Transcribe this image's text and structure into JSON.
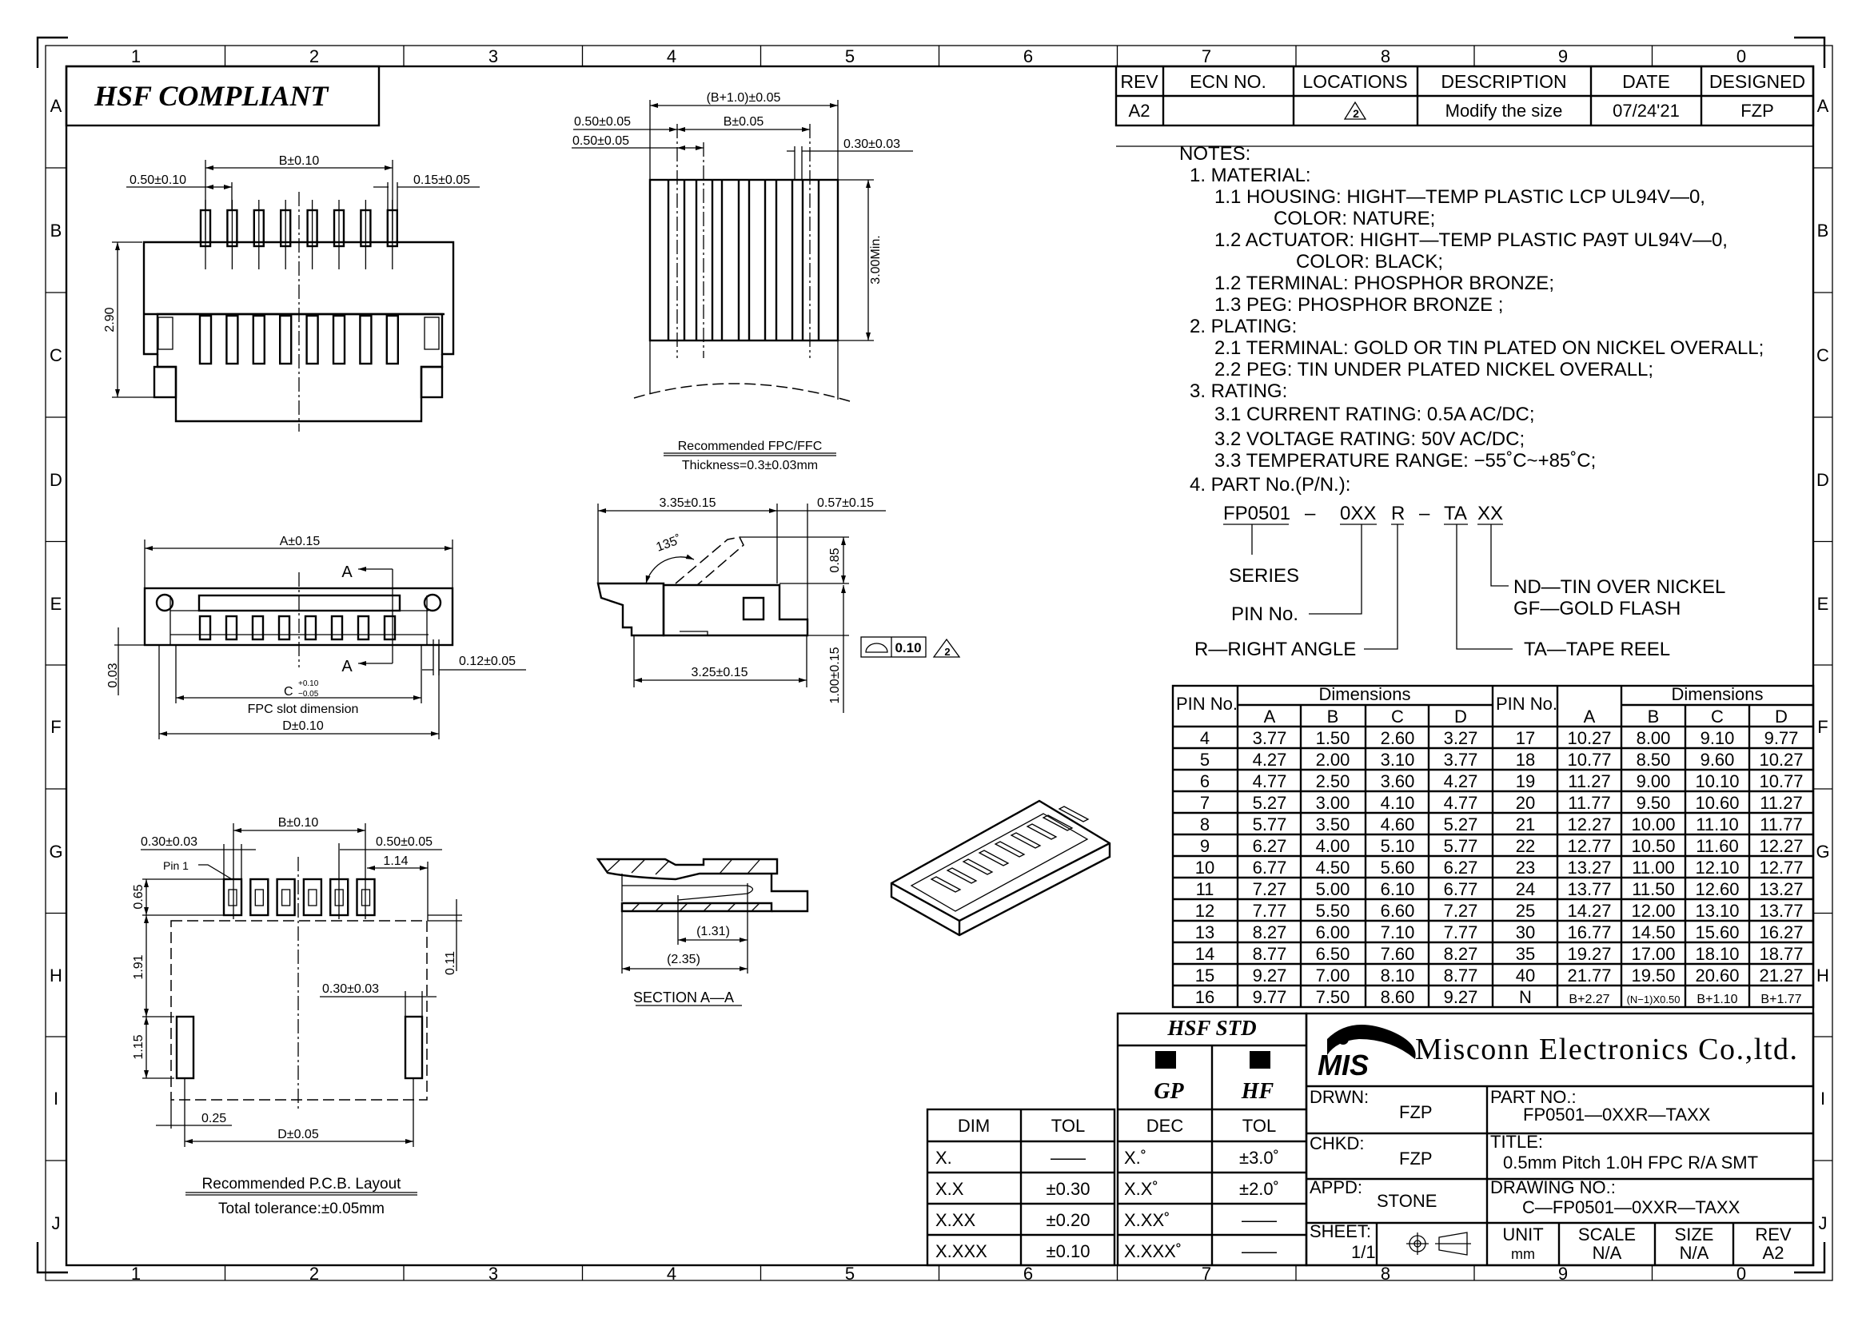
{
  "border": {
    "columns": [
      "1",
      "2",
      "3",
      "4",
      "5",
      "6",
      "7",
      "8",
      "9",
      "0"
    ],
    "rows": [
      "A",
      "B",
      "C",
      "D",
      "E",
      "F",
      "G",
      "H",
      "I",
      "J"
    ]
  },
  "hsf_compliant": "HSF  COMPLIANT",
  "revision": {
    "headers": [
      "REV",
      "ECN  NO.",
      "LOCATIONS",
      "DESCRIPTION",
      "DATE",
      "DESIGNED"
    ],
    "rev": "A2",
    "ecn": "",
    "location_mark": "2",
    "description": "Modify  the  size",
    "date": "07/24'21",
    "designed": "FZP"
  },
  "notes": {
    "title": "NOTES:",
    "l1": "1.  MATERIAL:",
    "l1_1": "1.1  HOUSING:  HIGHT—TEMP  PLASTIC  LCP  UL94V—0,",
    "l1_1b": "COLOR:  NATURE;",
    "l1_2": "1.2  ACTUATOR:  HIGHT—TEMP  PLASTIC  PA9T  UL94V—0,",
    "l1_2b": "COLOR:  BLACK;",
    "l1_3": "1.2  TERMINAL:  PHOSPHOR  BRONZE;",
    "l1_4": "1.3  PEG:  PHOSPHOR  BRONZE  ;",
    "l2": "2.  PLATING:",
    "l2_1": "2.1  TERMINAL:  GOLD  OR  TIN  PLATED  ON  NICKEL  OVERALL;",
    "l2_2": "2.2  PEG:  TIN  UNDER  PLATED  NICKEL  OVERALL;",
    "l3": "3.  RATING:",
    "l3_1": "3.1  CURRENT  RATING:  0.5A  AC/DC;",
    "l3_2": "3.2  VOLTAGE  RATING:  50V  AC/DC;",
    "l3_3": "3.3  TEMPERATURE  RANGE:  −55˚C~+85˚C;",
    "l4": "4.  PART  No.(P/N.):"
  },
  "part_number": {
    "series": "FP0501",
    "dash1": "–",
    "pins": "0XX",
    "angle": "R",
    "dash2": "–",
    "package": "TA",
    "plating": "XX",
    "series_label": "SERIES",
    "pins_label": "PIN  No.",
    "angle_label": "R—RIGHT  ANGLE",
    "plating_label_1": "ND—TIN  OVER  NICKEL",
    "plating_label_2": "GF—GOLD  FLASH",
    "package_label": "TA—TAPE  REEL"
  },
  "top_view": {
    "b": "B±0.10",
    "pitch": "0.50±0.10",
    "width": "0.15±0.05",
    "height": "2.90"
  },
  "fpc_view": {
    "overall": "(B+1.0)±0.05",
    "b": "B±0.05",
    "edge": "0.50±0.05",
    "pitch": "0.50±0.05",
    "conductor": "0.30±0.03",
    "length": "3.00Min.",
    "caption": "Recommended  FPC/FFC",
    "thickness": "Thickness=0.3±0.03mm"
  },
  "front_view": {
    "a": "A±0.15",
    "section_mark": "A",
    "c": "C",
    "c_plus": "+0.10",
    "c_minus": "−0.05",
    "slot": "FPC  slot  dimension",
    "d": "D±0.10",
    "peg": "0.12±0.05",
    "coplanarity": "0.03"
  },
  "side_view": {
    "depth": "3.35±0.15",
    "tail": "0.57±0.15",
    "angle": "135˚",
    "actuator": "0.85",
    "height": "1.00±0.15",
    "flatness": "0.10",
    "rev_mark": "2",
    "body": "3.25±0.15"
  },
  "section_view": {
    "d1": "(1.31)",
    "d2": "(2.35)",
    "caption": "SECTION  A—A"
  },
  "pcb_view": {
    "b": "B±0.10",
    "pad_w": "0.30±0.03",
    "pin1": "Pin  1",
    "pitch": "0.50±0.05",
    "offset": "1.14",
    "pad_l": "0.65",
    "gap": "1.91",
    "peg_l": "1.15",
    "peg_w": "0.30±0.03",
    "top_gap": "0.11",
    "peg_off": "0.25",
    "d": "D±0.05",
    "caption": "Recommended  P.C.B.  Layout",
    "tolerance": "Total  tolerance:±0.05mm"
  },
  "dimension_table": {
    "pin_header": "PIN  No.",
    "group_header": "Dimensions",
    "columns": [
      "A",
      "B",
      "C",
      "D"
    ],
    "left_rows": [
      [
        "4",
        "3.77",
        "1.50",
        "2.60",
        "3.27"
      ],
      [
        "5",
        "4.27",
        "2.00",
        "3.10",
        "3.77"
      ],
      [
        "6",
        "4.77",
        "2.50",
        "3.60",
        "4.27"
      ],
      [
        "7",
        "5.27",
        "3.00",
        "4.10",
        "4.77"
      ],
      [
        "8",
        "5.77",
        "3.50",
        "4.60",
        "5.27"
      ],
      [
        "9",
        "6.27",
        "4.00",
        "5.10",
        "5.77"
      ],
      [
        "10",
        "6.77",
        "4.50",
        "5.60",
        "6.27"
      ],
      [
        "11",
        "7.27",
        "5.00",
        "6.10",
        "6.77"
      ],
      [
        "12",
        "7.77",
        "5.50",
        "6.60",
        "7.27"
      ],
      [
        "13",
        "8.27",
        "6.00",
        "7.10",
        "7.77"
      ],
      [
        "14",
        "8.77",
        "6.50",
        "7.60",
        "8.27"
      ],
      [
        "15",
        "9.27",
        "7.00",
        "8.10",
        "8.77"
      ],
      [
        "16",
        "9.77",
        "7.50",
        "8.60",
        "9.27"
      ]
    ],
    "right_rows": [
      [
        "17",
        "10.27",
        "8.00",
        "9.10",
        "9.77"
      ],
      [
        "18",
        "10.77",
        "8.50",
        "9.60",
        "10.27"
      ],
      [
        "19",
        "11.27",
        "9.00",
        "10.10",
        "10.77"
      ],
      [
        "20",
        "11.77",
        "9.50",
        "10.60",
        "11.27"
      ],
      [
        "21",
        "12.27",
        "10.00",
        "11.10",
        "11.77"
      ],
      [
        "22",
        "12.77",
        "10.50",
        "11.60",
        "12.27"
      ],
      [
        "23",
        "13.27",
        "11.00",
        "12.10",
        "12.77"
      ],
      [
        "24",
        "13.77",
        "11.50",
        "12.60",
        "13.27"
      ],
      [
        "25",
        "14.27",
        "12.00",
        "13.10",
        "13.77"
      ],
      [
        "30",
        "16.77",
        "14.50",
        "15.60",
        "16.27"
      ],
      [
        "35",
        "19.27",
        "17.00",
        "18.10",
        "18.77"
      ],
      [
        "40",
        "21.77",
        "19.50",
        "20.60",
        "21.27"
      ],
      [
        "N",
        "B+2.27",
        "(N−1)X0.50",
        "B+1.10",
        "B+1.77"
      ]
    ]
  },
  "tolerance": {
    "dim_header": "DIM",
    "tol_header": "TOL",
    "dim_rows": [
      [
        "X.",
        "——"
      ],
      [
        "X.X",
        "±0.30"
      ],
      [
        "X.XX",
        "±0.20"
      ],
      [
        "X.XXX",
        "±0.10"
      ]
    ],
    "dec_header": "DEC",
    "dec_rows": [
      [
        "X.˚",
        "±3.0˚"
      ],
      [
        "X.X˚",
        "±2.0˚"
      ],
      [
        "X.XX˚",
        "——"
      ],
      [
        "X.XXX˚",
        "——"
      ]
    ]
  },
  "hsf_std": {
    "title": "HSF  STD",
    "gp": "GP",
    "hf": "HF"
  },
  "title_block": {
    "logo": "MIS",
    "company": "Misconn Electronics Co.,ltd.",
    "drawn_label": "DRWN:",
    "drawn": "FZP",
    "checked_label": "CHKD:",
    "checked": "FZP",
    "approved_label": "APPD:",
    "approved": "STONE",
    "part_no_label": "PART  NO.:",
    "part_no": "FP0501—0XXR—TAXX",
    "title_label": "TITLE:",
    "title": "0.5mm  Pitch  1.0H  FPC  R/A  SMT",
    "drawing_no_label": "DRAWING  NO.:",
    "drawing_no": "C—FP0501—0XXR—TAXX",
    "sheet_label": "SHEET:",
    "sheet": "1/1",
    "unit_label": "UNIT",
    "unit": "mm",
    "scale_label": "SCALE",
    "scale": "N/A",
    "size_label": "SIZE",
    "size": "N/A",
    "rev_label": "REV",
    "rev": "A2"
  }
}
